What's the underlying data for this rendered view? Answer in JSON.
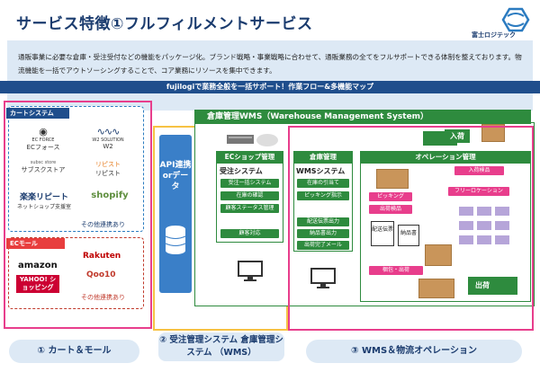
{
  "title": "サービス特徴①フルフィルメントサービス",
  "logo_text": "富士ロジテック",
  "intro": "通販事業に必要な倉庫・受注受付などの機能をパッケージ化。ブランド戦略・事業戦略に合わせて、通販業務の全てをフルサポートできる体制を整えております。物流機能を一括でアウトソーシングすることで、コア業務にリソースを集中できます。",
  "banner": "fujilogiで業務全般を一括サポート！作業フロー&多機能マップ",
  "cart": {
    "label": "カートシステム",
    "items": [
      "ECフォース",
      "W2",
      "サブスクストア",
      "リピスト",
      "ネットショップ支援室",
      "shopify"
    ],
    "logos": [
      "EC FORCE",
      "W2 SOLUTION",
      "subsc store",
      "リピスト",
      "楽楽リピート",
      "shopify"
    ],
    "more": "その他連携あり"
  },
  "mall": {
    "label": "ECモール",
    "items": [
      "amazon",
      "Rakuten",
      "YAHOO! ショッピング",
      "Qoo10"
    ],
    "more": "その他連携あり"
  },
  "api": "API連携orデータ",
  "wms_title": "倉庫管理WMS（Warehouse Management System）",
  "ec_shop": {
    "head": "ECショップ管理",
    "sub": "受注システム",
    "steps": [
      "受注一括システム",
      "在庫の確認",
      "顧客ステータス管理",
      "顧客対応"
    ]
  },
  "warehouse": {
    "head": "倉庫管理",
    "sub": "WMSシステム",
    "steps": [
      "在庫の引当て",
      "ピッキング指示",
      "配送伝票出力",
      "納品書出力",
      "出荷完了メール"
    ]
  },
  "operation": {
    "head": "オペレーション管理",
    "labels": [
      "入荷",
      "入荷検品",
      "フリーロケーション",
      "ピッキング",
      "出荷検品",
      "梱包・出荷",
      "出荷"
    ],
    "doc_labels": [
      "配送伝票",
      "納品書"
    ]
  },
  "captions": [
    "① カート＆モール",
    "② 受注管理システム 倉庫管理システム （WMS）",
    "③ WMS＆物流オペレーション"
  ],
  "colors": {
    "navy": "#1a3b6e",
    "green": "#2e8b3e",
    "pink": "#e83e8c",
    "yellow": "#f6c244",
    "blue": "#3a7fc8"
  }
}
